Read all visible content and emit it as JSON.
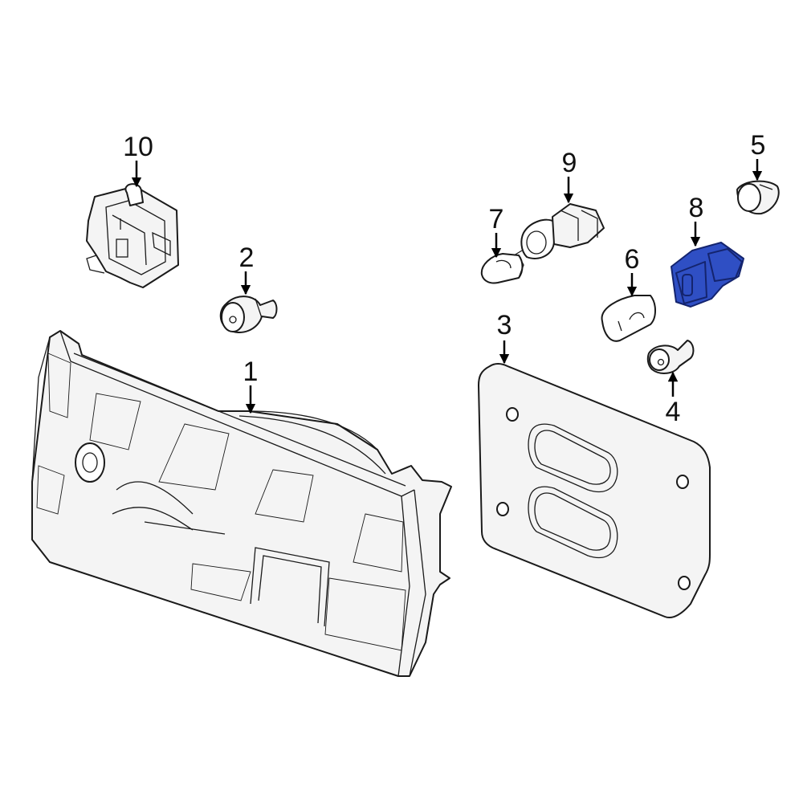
{
  "colors": {
    "highlight_part": "#2f4fc4",
    "highlight_part_stroke": "#14246e",
    "line": "#1a1a1a",
    "background": "#ffffff"
  },
  "callouts": [
    {
      "id": "1",
      "label": "1"
    },
    {
      "id": "2",
      "label": "2"
    },
    {
      "id": "3",
      "label": "3"
    },
    {
      "id": "4",
      "label": "4"
    },
    {
      "id": "5",
      "label": "5"
    },
    {
      "id": "6",
      "label": "6"
    },
    {
      "id": "7",
      "label": "7"
    },
    {
      "id": "8",
      "label": "8"
    },
    {
      "id": "9",
      "label": "9"
    },
    {
      "id": "10",
      "label": "10"
    }
  ],
  "highlighted_callout": "8"
}
